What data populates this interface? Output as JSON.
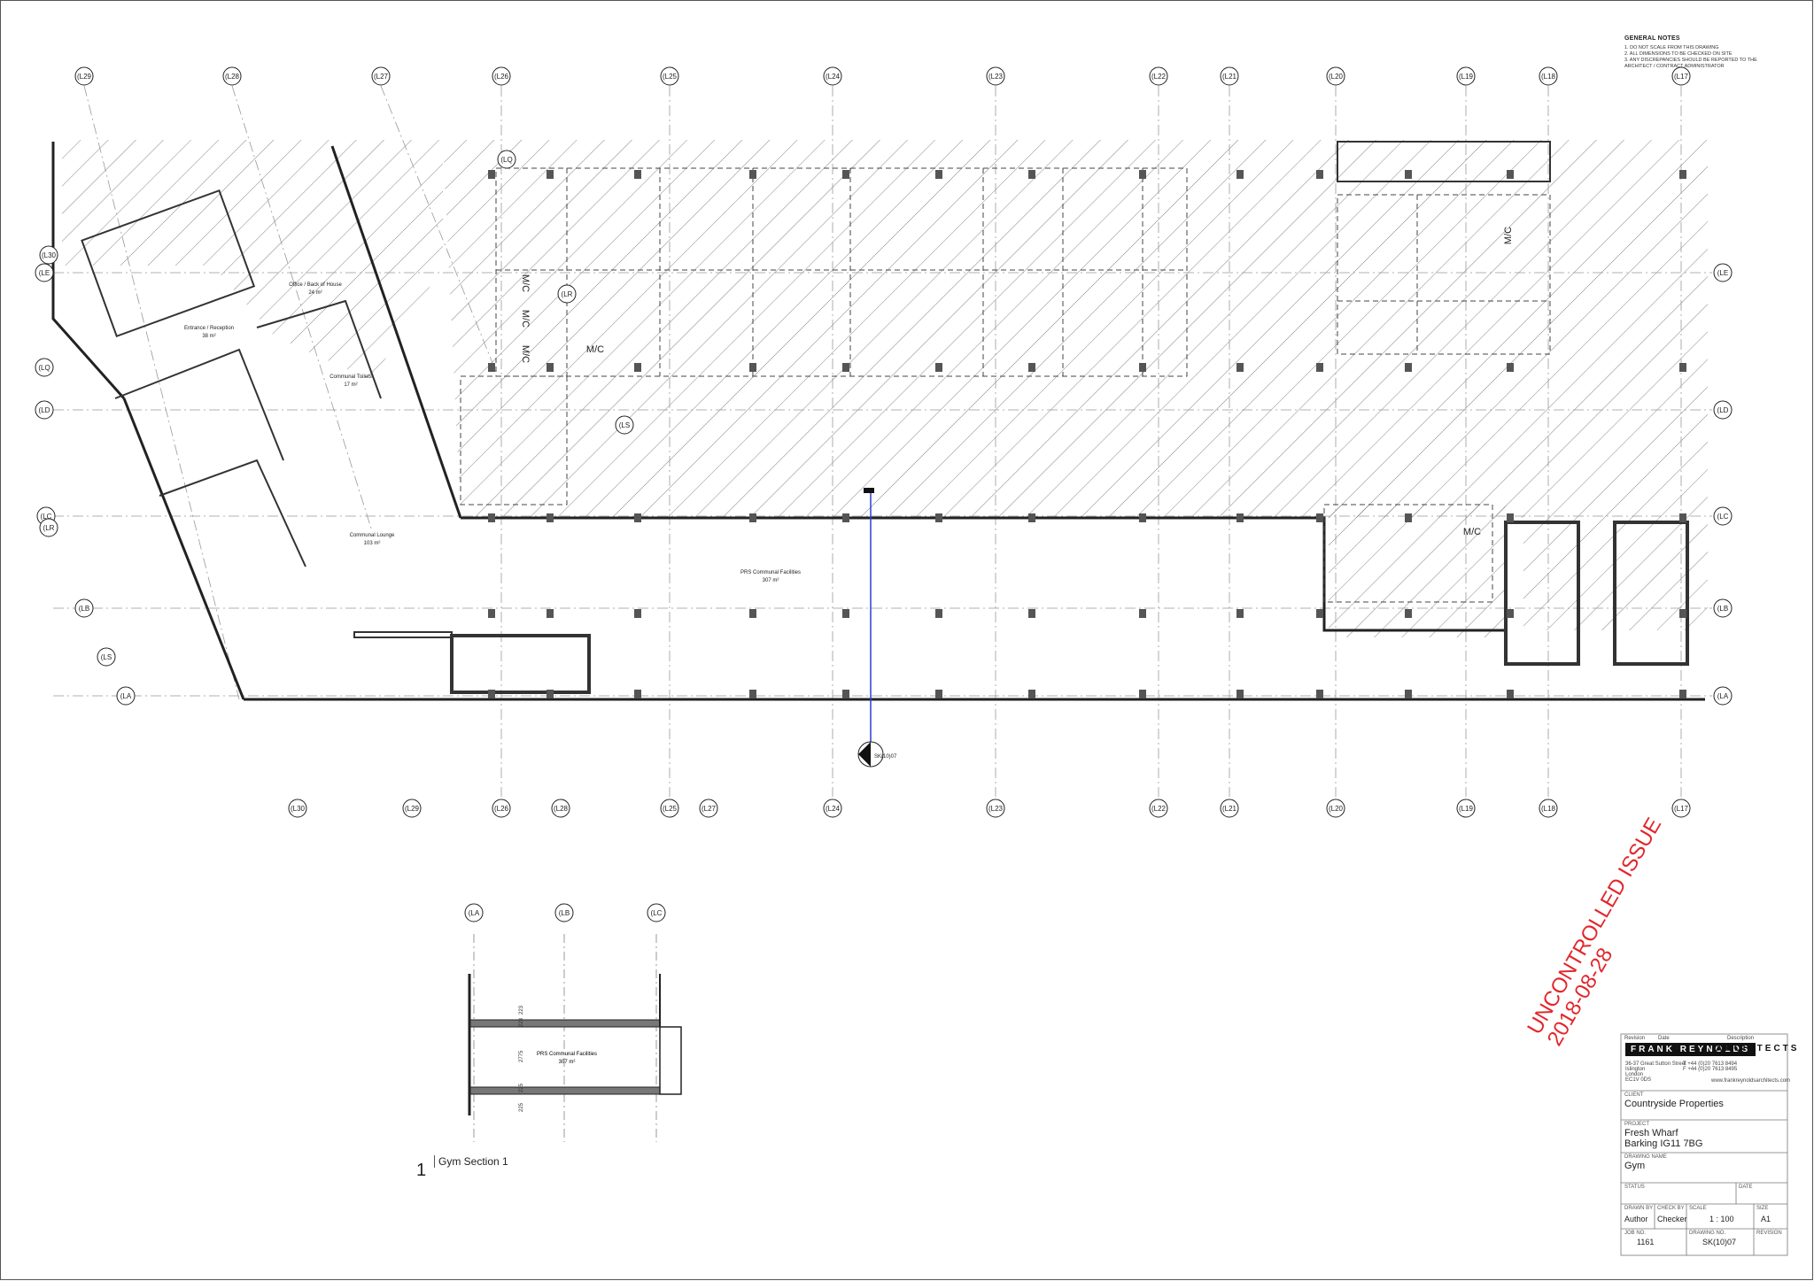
{
  "notes": {
    "title": "GENERAL NOTES",
    "items": [
      "1. DO NOT SCALE FROM THIS DRAWING",
      "2. ALL DIMENSIONS TO BE CHECKED ON SITE",
      "3. ANY DISCREPANCIES SHOULD BE REPORTED TO THE",
      "ARCHITECT / CONTRACT ADMINISTRATOR"
    ]
  },
  "gridlines": {
    "top": [
      "(L29",
      "(L28",
      "(L27",
      "(L26",
      "(L25",
      "(L24",
      "(L23",
      "(L22",
      "(L21",
      "(L20",
      "(L19",
      "(L18",
      "(L17"
    ],
    "bottom": [
      "(L30",
      "(L29",
      "(L26",
      "(L28",
      "(L25",
      "(L27",
      "(L24",
      "(L23",
      "(L22",
      "(L21",
      "(L20",
      "(L19",
      "(L18",
      "(L17"
    ],
    "right": [
      "(LE",
      "(LD",
      "(LC",
      "(LB",
      "(LA"
    ],
    "left": [
      "(L30",
      "(LE",
      "(LQ",
      "(LD",
      "(LC",
      "(LR",
      "(LB",
      "(LS",
      "(LA"
    ],
    "plan_internal": [
      "(LQ",
      "(LR",
      "(LS"
    ],
    "section_top": [
      "(LA",
      "(LB",
      "(LC"
    ]
  },
  "rooms": {
    "entrance": {
      "name": "Entrance / Reception",
      "area": "38 m²"
    },
    "office": {
      "name": "Office / Back of House",
      "area": "24 m²"
    },
    "toilets": {
      "name": "Communal Toilets",
      "area": "17 m²"
    },
    "lounge": {
      "name": "Communal Lounge",
      "area": "103 m²"
    },
    "prs": {
      "name": "PRS Communal Facilities",
      "area": "307 m²"
    },
    "mc_label": "M/C"
  },
  "section_marker": "SK(10)07",
  "section": {
    "number": "1",
    "title": "Gym Section 1",
    "room_name": "PRS Communal Facilities",
    "room_area": "307 m²",
    "dims": [
      "223",
      "223",
      "2775",
      "225",
      "225"
    ]
  },
  "stamp": {
    "line1": "UNCONTROLLED ISSUE",
    "line2": "2018-08-28"
  },
  "title_block": {
    "header_revision": "Revision",
    "header_date": "Date",
    "header_description": "Description",
    "logo_text": "FRANK REYNOLDS",
    "logo_suffix": "ARCHITECTS",
    "address": [
      "36-37 Great Sutton Street",
      "Islington",
      "London",
      "EC1V 0DS"
    ],
    "phones": [
      "T +44 (0)20 7613 8494",
      "F +44 (0)20 7613 8495"
    ],
    "website": "www.frankreynoldsarchitects.com",
    "client_label": "CLIENT",
    "client": "Countryside Properties",
    "project_label": "PROJECT",
    "project_line1": "Fresh Wharf",
    "project_line2": "Barking IG11 7BG",
    "drawing_name_label": "DRAWING NAME",
    "drawing_name": "Gym",
    "status_label": "STATUS",
    "date_label": "DATE",
    "drawn_by_label": "DRAWN BY",
    "drawn_by": "Author",
    "check_by_label": "CHECK BY",
    "check_by": "Checker",
    "scale_label": "SCALE",
    "scale": "1 : 100",
    "size_label": "SIZE",
    "size": "A1",
    "job_no_label": "JOB NO.",
    "job_no": "1161",
    "drawing_no_label": "DRAWING NO.",
    "drawing_no": "SK(10)07",
    "revision_label": "REVISION"
  },
  "colors": {
    "line": "#222222",
    "hatch": "#555555",
    "grid": "#888888",
    "section_line": "#2b3fd0",
    "stamp": "#e3262b"
  }
}
